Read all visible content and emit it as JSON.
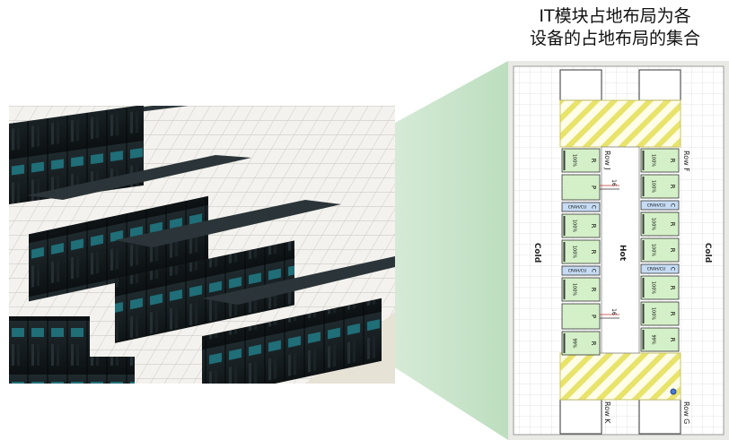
{
  "caption": {
    "line1": "IT模块占地布局为各",
    "line2": "设备的占地布局的集合"
  },
  "floorplan": {
    "rows": {
      "top_left": "Row J",
      "top_right": "Row F",
      "bottom_left": "Row K",
      "bottom_right": "Row G"
    },
    "zones": {
      "cold_left": "Cold",
      "hot": "Hot",
      "cold_right": "Cold"
    },
    "left_column": [
      {
        "type": "rack",
        "label": "R",
        "pct": "100%"
      },
      {
        "type": "pdu",
        "label": "P",
        "tag": "16"
      },
      {
        "type": "crah",
        "label": "C",
        "tag": "CRAH/CU"
      },
      {
        "type": "rack",
        "label": "R",
        "pct": "100%"
      },
      {
        "type": "rack",
        "label": "R",
        "pct": "100%"
      },
      {
        "type": "crah",
        "label": "C",
        "tag": "CRAH/CU"
      },
      {
        "type": "rack",
        "label": "R",
        "pct": "100%"
      },
      {
        "type": "pdu",
        "label": "P",
        "tag": "16"
      },
      {
        "type": "rack",
        "label": "R",
        "pct": "99%"
      }
    ],
    "right_column": [
      {
        "type": "rack",
        "label": "R",
        "pct": "100%"
      },
      {
        "type": "rack",
        "label": "R",
        "pct": "100%"
      },
      {
        "type": "crah",
        "label": "C",
        "tag": "CRAH/CU"
      },
      {
        "type": "rack",
        "label": "R",
        "pct": "100%"
      },
      {
        "type": "rack",
        "label": "R",
        "pct": "100%"
      },
      {
        "type": "crah",
        "label": "C",
        "tag": "CRAH/CU"
      },
      {
        "type": "rack",
        "label": "R",
        "pct": "100%"
      },
      {
        "type": "rack",
        "label": "R",
        "pct": "100%"
      },
      {
        "type": "rack",
        "label": "R",
        "pct": "99%"
      }
    ],
    "colors": {
      "rack_fill": "#d4f0c8",
      "crah_fill": "#c6dcf4",
      "hatch": "#e8e36a",
      "cone": "#cfe8d0",
      "frame": "#bcbcbc"
    }
  }
}
